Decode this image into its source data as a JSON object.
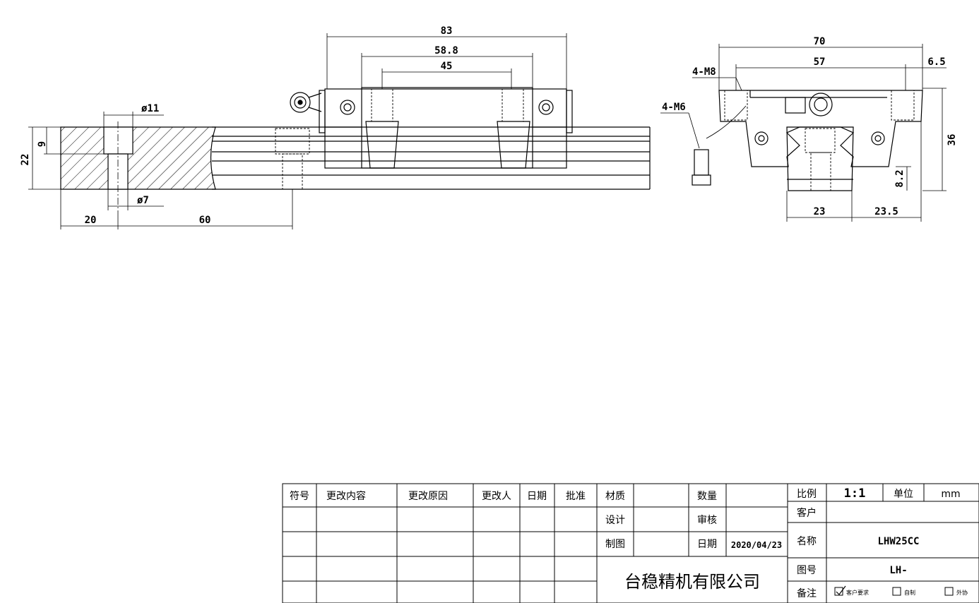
{
  "views": {
    "side": {
      "dims": {
        "d11": "ø11",
        "d7": "ø7",
        "v9": "9",
        "v22": "22",
        "h20": "20",
        "h60": "60"
      }
    },
    "front": {
      "dims": {
        "w83": "83",
        "w58_8": "58.8",
        "w45": "45"
      }
    },
    "end": {
      "dims": {
        "w70": "70",
        "w57": "57",
        "w6_5": "6.5",
        "h36": "36",
        "h8_2": "8.2",
        "w23": "23",
        "w23_5": "23.5",
        "m8": "4-M8",
        "m6": "4-M6"
      }
    }
  },
  "title_block": {
    "headers": [
      "符号",
      "更改内容",
      "更改原因",
      "更改人",
      "日期",
      "批准"
    ],
    "material_label": "材质",
    "quantity_label": "数量",
    "design_label": "设计",
    "review_label": "审核",
    "draw_label": "制图",
    "date_label": "日期",
    "date_value": "2020/04/23",
    "company": "台稳精机有限公司",
    "scale_label": "比例",
    "scale_value": "1:1",
    "unit_label": "单位",
    "unit_value": "mm",
    "customer_label": "客户",
    "name_label": "名称",
    "name_value": "LHW25CC",
    "drawing_no_label": "图号",
    "drawing_no_value": "LH-",
    "remarks_label": "备注",
    "remarks_options": [
      {
        "label": "客户要求",
        "checked": true
      },
      {
        "label": "自制",
        "checked": false
      },
      {
        "label": "外协",
        "checked": false
      }
    ]
  }
}
